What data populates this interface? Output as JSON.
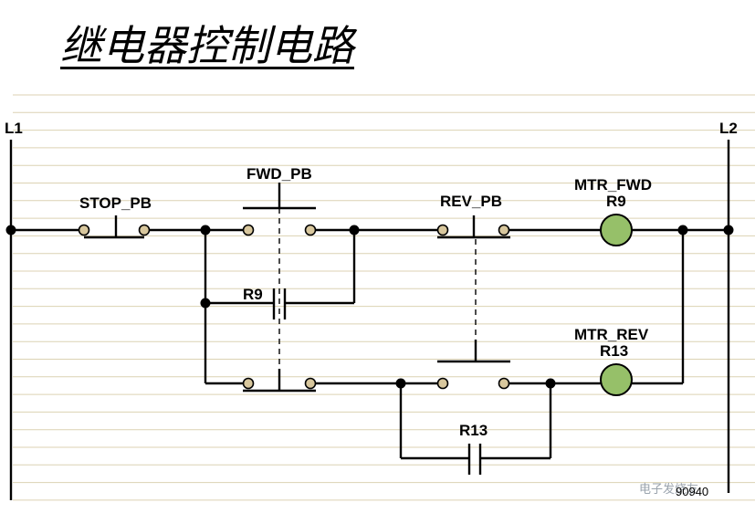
{
  "title": "继电器控制电路",
  "rails": {
    "left": "L1",
    "right": "L2"
  },
  "components": {
    "stop_pb": "STOP_PB",
    "fwd_pb": "FWD_PB",
    "rev_pb": "REV_PB",
    "r9_contact": "R9",
    "r13_contact": "R13",
    "mtr_fwd": {
      "name": "MTR_FWD",
      "relay": "R9"
    },
    "mtr_rev": {
      "name": "MTR_REV",
      "relay": "R13"
    }
  },
  "drawing_number": "90940",
  "watermark": "电子发烧友",
  "colors": {
    "background": "#ffffff",
    "rules": "#dcd2b3",
    "terminal": "#d8c79d",
    "lamp": "#96c069",
    "ink": "#000000"
  }
}
